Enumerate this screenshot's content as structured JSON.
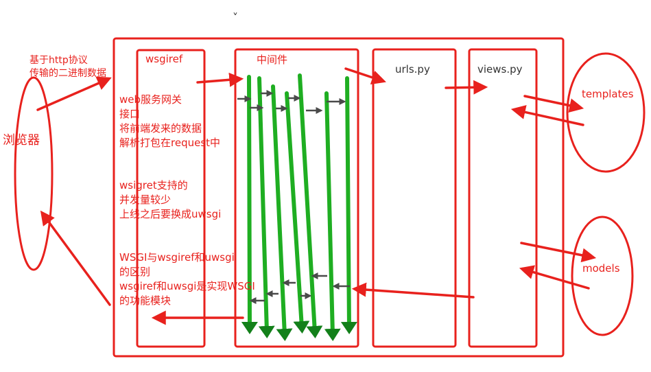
{
  "colors": {
    "red": "#e8211d",
    "green": "#1fae22",
    "darkgreen": "#13801a",
    "gray_arrow": "#4a4a4a",
    "caret": "#333333"
  },
  "caret": "˅",
  "browser": {
    "label": "浏览器"
  },
  "http_note": {
    "line1": "基于http协议",
    "line2": "传输的二进制数据"
  },
  "boxes": {
    "wsgiref": "wsgiref",
    "middleware": "中间件",
    "urls": "urls.py",
    "views": "views.py"
  },
  "templates": {
    "label": "templates"
  },
  "models": {
    "label": "models"
  },
  "notes": {
    "gateway": [
      "web服务网关",
      "接口",
      "将前端发来的数据",
      "解析打包在request中"
    ],
    "concurrency": [
      "wsigret支持的",
      "并发量较少",
      "上线之后要换成uwsgi"
    ],
    "difference": [
      "WSGI与wsgiref和uwsgi",
      "的区别",
      "wsgiref和uwsgi是实现WSGI",
      "的功能模块"
    ]
  }
}
